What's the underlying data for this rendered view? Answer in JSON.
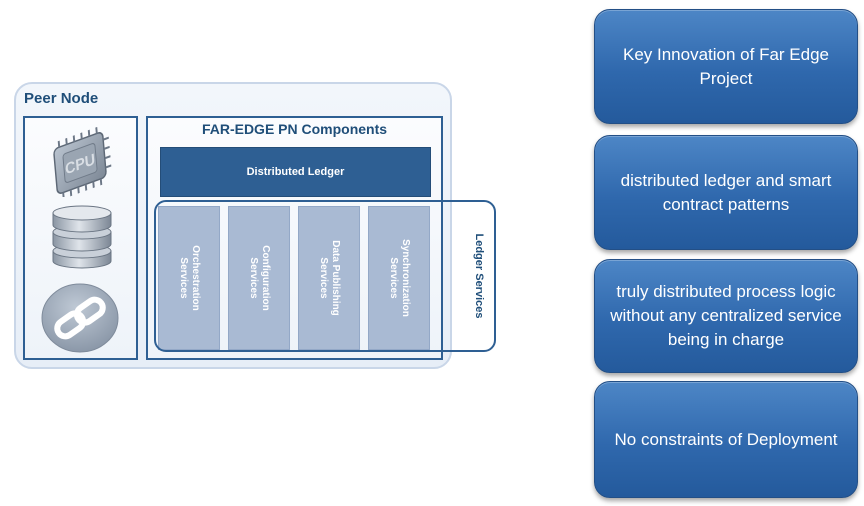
{
  "peer_node": {
    "title": "Peer Node",
    "components_title": "FAR-EDGE PN Components",
    "distributed_ledger": "Distributed Ledger",
    "services": [
      {
        "line1": "Orchestration",
        "line2": "Services"
      },
      {
        "line1": "Configuration",
        "line2": "Services"
      },
      {
        "line1": "Data Publishing",
        "line2": "Services"
      },
      {
        "line1": "Synchronization",
        "line2": "Services"
      }
    ],
    "ledger_services_label": "Ledger Services",
    "hardware_icons": [
      "cpu-chip-icon",
      "database-icon",
      "chain-link-icon"
    ],
    "cpu_chip_text": "CPU"
  },
  "callouts": [
    {
      "text": "Key Innovation of Far Edge Project"
    },
    {
      "text": "distributed ledger and smart contract patterns"
    },
    {
      "text": "truly distributed process logic without any centralized service being in charge"
    },
    {
      "text": "No constraints of Deployment"
    }
  ],
  "colors": {
    "title_blue": "#1f4e79",
    "ledger_bar": "#2e5f93",
    "service_column": "#a9bad3",
    "callout_top": "#4d86c6",
    "callout_bottom": "#245a9c"
  }
}
